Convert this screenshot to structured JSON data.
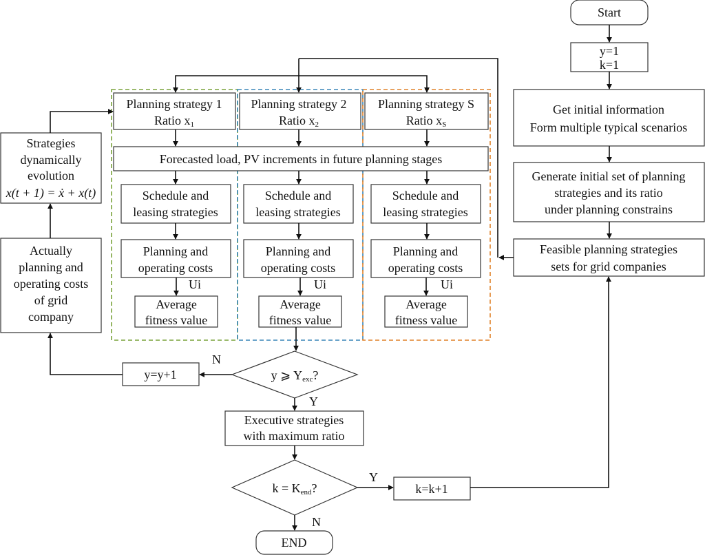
{
  "start": "Start",
  "init_y": "y=1",
  "init_k": "k=1",
  "get_info": [
    "Get initial information",
    "Form multiple typical scenarios"
  ],
  "generate": [
    "Generate initial set of planning",
    "strategies and its ratio",
    "under planning constrains"
  ],
  "feasible": [
    "Feasible planning strategies",
    "sets for grid companies"
  ],
  "strategy_1": {
    "title": "Planning strategy 1",
    "ratio": "Ratio  x",
    "sub": "1"
  },
  "strategy_2": {
    "title": "Planning strategy 2",
    "ratio": "Ratio  x",
    "sub": "2"
  },
  "strategy_s": {
    "title": "Planning strategy S",
    "ratio": "Ratio  x",
    "sub": "S"
  },
  "forecast": "Forecasted load, PV increments in future planning stages",
  "schedule": [
    "Schedule and",
    "leasing strategies"
  ],
  "planning_costs": [
    "Planning and",
    "operating costs"
  ],
  "ui": "Ui",
  "fitness": [
    "Average",
    "fitness value"
  ],
  "evolution": [
    "Strategies",
    "dynamically",
    "evolution"
  ],
  "formula": "x(t + 1) = ẋ + x(t)",
  "actual": [
    "Actually",
    "planning and",
    "operating costs",
    "of grid",
    "company"
  ],
  "y_increment": "y=y+1",
  "cond_y": {
    "main": "y ⩾ Y",
    "sub": "exc",
    "q": "?"
  },
  "executive": [
    "Executive strategies",
    "with maximum ratio"
  ],
  "cond_k": {
    "main": "k = K",
    "sub": "end",
    "q": "?"
  },
  "k_increment": "k=k+1",
  "end": "END",
  "label_n": "N",
  "label_y": "Y"
}
